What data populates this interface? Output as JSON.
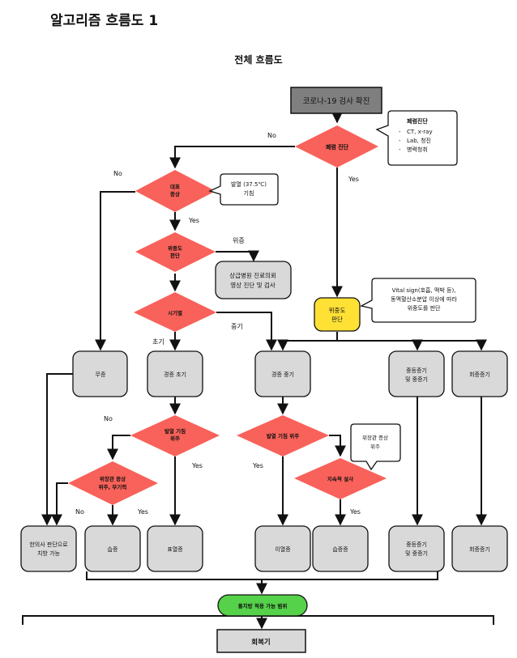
{
  "page_title": "알고리즘 흐름도 1",
  "chart_title": "전체 흐름도",
  "colors": {
    "dark_box": "#7f7f7f",
    "gray_box": "#d9d9d9",
    "diamond": "#f8625a",
    "yellow": "#ffe135",
    "green": "#55d14a"
  },
  "start": "코로나-19 검사 확진",
  "d_lung": "폐렴 진단",
  "note_lung": {
    "title": "폐렴진단",
    "items": [
      "CT, x-ray",
      "Lab, 청진",
      "병력청취"
    ]
  },
  "d_rep": [
    "대표",
    "증상"
  ],
  "note_fever": [
    "발열 (37.5℃)",
    "기침"
  ],
  "d_sev": [
    "위중도",
    "판단"
  ],
  "hospital": [
    "상급병원 진료의뢰",
    "영상 진단 및 검사"
  ],
  "d_phase": "시기별",
  "yellow_sev": [
    "위중도",
    "판단"
  ],
  "note_vital": [
    "Vital sign(호흡, 맥박 등),",
    "동맥혈산소분압 이상에 따라",
    "위중도를 판단"
  ],
  "b_none": "무증",
  "b_early": "경증 초기",
  "b_mid": "경증 중기",
  "b_severe": [
    "중등증기",
    "및 중증기"
  ],
  "b_recovery": "회증증기",
  "d_fever1": [
    "발열 기침",
    "위주"
  ],
  "d_gi": [
    "위장관 증상",
    "위주, 무기력"
  ],
  "d_fever2": "발열 기침 위주",
  "note_gi": [
    "위장관 증상",
    "위주"
  ],
  "d_persist": "지속적 설사",
  "r_judge": [
    "한의사 판단으로",
    "치방 가능"
  ],
  "r_damp1": "습증",
  "r_ext": "표열증",
  "r_interior": "이열증",
  "r_damp2": "습증증",
  "r_severe": [
    "중등증기",
    "및 중증기"
  ],
  "r_recovery": "회증증기",
  "green": "통치방 적용 가능 범위",
  "final": "회복기",
  "labels": {
    "no": "No",
    "yes": "Yes",
    "severe": "위증",
    "early": "초기",
    "mid": "중기"
  }
}
